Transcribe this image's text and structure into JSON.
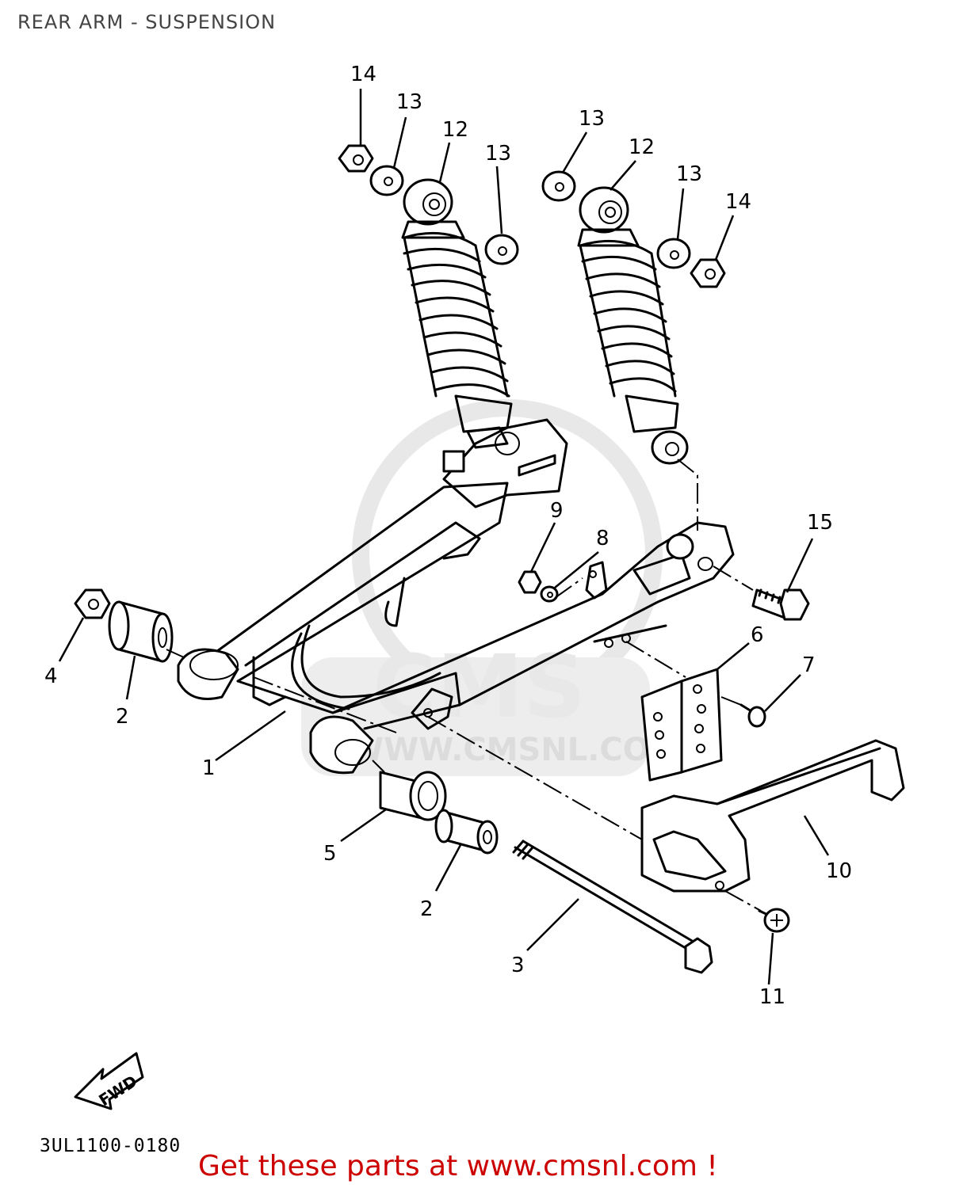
{
  "title": "REAR ARM - SUSPENSION",
  "drawing_code": "3UL1100-0180",
  "promo": "Get these parts at www.cmsnl.com !",
  "watermark": {
    "brand": "CMS",
    "url": "WWW.CMSNL.COM"
  },
  "fwd_label": "FWD",
  "colors": {
    "promo": "#cc0000",
    "line": "#000000",
    "watermark": "#e6e6e6"
  },
  "callouts": {
    "c14a": "14",
    "c13a": "13",
    "c12a": "12",
    "c13b": "13",
    "c13c": "13",
    "c12b": "12",
    "c13d": "13",
    "c14b": "14",
    "c9": "9",
    "c8": "8",
    "c15": "15",
    "c4": "4",
    "c2a": "2",
    "c6": "6",
    "c7": "7",
    "c1": "1",
    "c5": "5",
    "c10": "10",
    "c2b": "2",
    "c3": "3",
    "c11": "11"
  }
}
